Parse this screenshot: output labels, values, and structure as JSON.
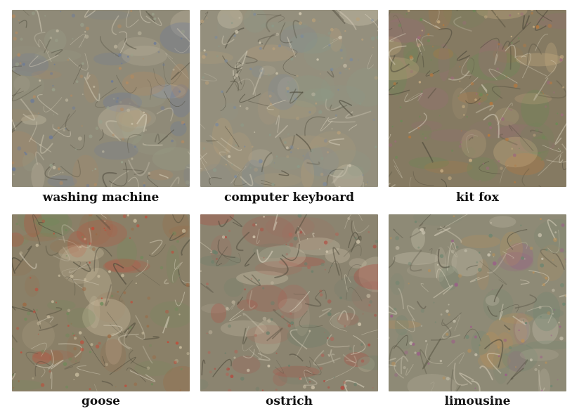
{
  "figure": {
    "panels": [
      {
        "caption": "washing machine",
        "base_color": "#8f8a78",
        "accent_colors": [
          "#6b7a9a",
          "#b58a60",
          "#9aa08a",
          "#c9c0a8"
        ]
      },
      {
        "caption": "computer keyboard",
        "base_color": "#948f7d",
        "accent_colors": [
          "#7c8a9c",
          "#b79f7a",
          "#8c9a88",
          "#d2c9b2"
        ]
      },
      {
        "caption": "kit fox",
        "base_color": "#857a62",
        "accent_colors": [
          "#b7783d",
          "#6b8a55",
          "#9c6b7a",
          "#c7ad82"
        ]
      },
      {
        "caption": "goose",
        "base_color": "#8a8068",
        "accent_colors": [
          "#9b6a45",
          "#6f8a5a",
          "#c24a38",
          "#cfc2a4"
        ]
      },
      {
        "caption": "ostrich",
        "base_color": "#8b8470",
        "accent_colors": [
          "#a86a5c",
          "#6c7f6a",
          "#b24a40",
          "#d0c4ac"
        ]
      },
      {
        "caption": "limousine",
        "base_color": "#8e8a76",
        "accent_colors": [
          "#9c5a8a",
          "#6f8670",
          "#b8905a",
          "#cbc4b0"
        ]
      }
    ]
  }
}
